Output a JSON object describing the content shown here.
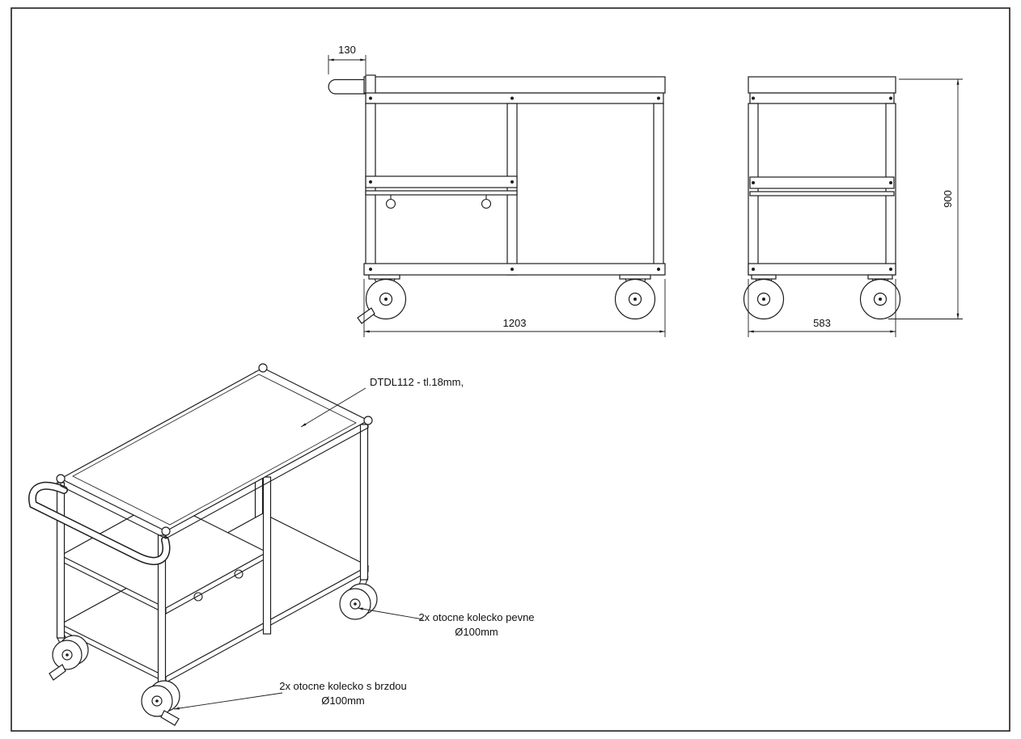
{
  "page": {
    "background_color": "#ffffff",
    "line_color": "#1d1d1d"
  },
  "dimensions": {
    "handle_offset": "130",
    "overall_length": "1203",
    "overall_depth": "583",
    "overall_height": "900"
  },
  "annotations": {
    "tabletop": "DTDL112 - tl.18mm,",
    "fixed_casters": {
      "line1": "2x otocne kolecko pevne",
      "line2": "Ø100mm"
    },
    "brake_casters": {
      "line1": "2x otocne kolecko s brzdou",
      "line2": "Ø100mm"
    }
  }
}
